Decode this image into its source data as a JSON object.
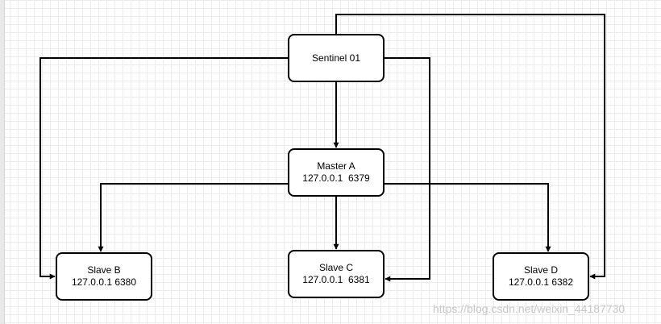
{
  "diagram": {
    "nodes": {
      "sentinel": {
        "line1": "Sentinel 01",
        "line2": ""
      },
      "master": {
        "line1": "Master A",
        "line2": "127.0.0.1  6379"
      },
      "slave_b": {
        "line1": "Slave B",
        "line2": "127.0.0.1 6380"
      },
      "slave_c": {
        "line1": "Slave C",
        "line2": "127.0.0.1  6381"
      },
      "slave_d": {
        "line1": "Slave D",
        "line2": "127.0.0.1 6382"
      }
    },
    "edges": [
      {
        "from": "sentinel",
        "to": "master"
      },
      {
        "from": "sentinel",
        "to": "slave_b"
      },
      {
        "from": "sentinel",
        "to": "slave_c"
      },
      {
        "from": "sentinel",
        "to": "slave_d"
      },
      {
        "from": "master",
        "to": "slave_b"
      },
      {
        "from": "master",
        "to": "slave_c"
      },
      {
        "from": "master",
        "to": "slave_d"
      }
    ],
    "colors": {
      "line": "#000000",
      "node_border": "#000000",
      "node_fill": "#ffffff",
      "grid": "#ececec"
    }
  },
  "watermark": "https://blog.csdn.net/weixin_44187730"
}
